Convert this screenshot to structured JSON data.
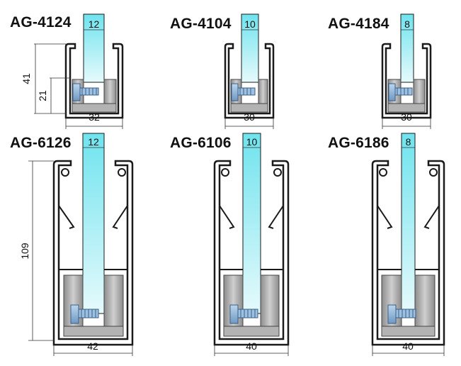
{
  "colors": {
    "glass": "#6fe3ee",
    "glass_light": "#d9f7fa",
    "frame": "#1a1a1a",
    "metal": "#a9a9a9",
    "metal_dark": "#6e6e6e",
    "bolt": "#8fb5d6",
    "dimension_line": "#333333"
  },
  "profiles": [
    {
      "code": "AG-4124",
      "glass": "12",
      "width": "32",
      "height": "41",
      "bolt_height": "21"
    },
    {
      "code": "AG-4104",
      "glass": "10",
      "width": "30"
    },
    {
      "code": "AG-4184",
      "glass": "8",
      "width": "30"
    },
    {
      "code": "AG-6126",
      "glass": "12",
      "width": "42",
      "height": "109"
    },
    {
      "code": "AG-6106",
      "glass": "10",
      "width": "40"
    },
    {
      "code": "AG-6186",
      "glass": "8",
      "width": "40"
    }
  ]
}
